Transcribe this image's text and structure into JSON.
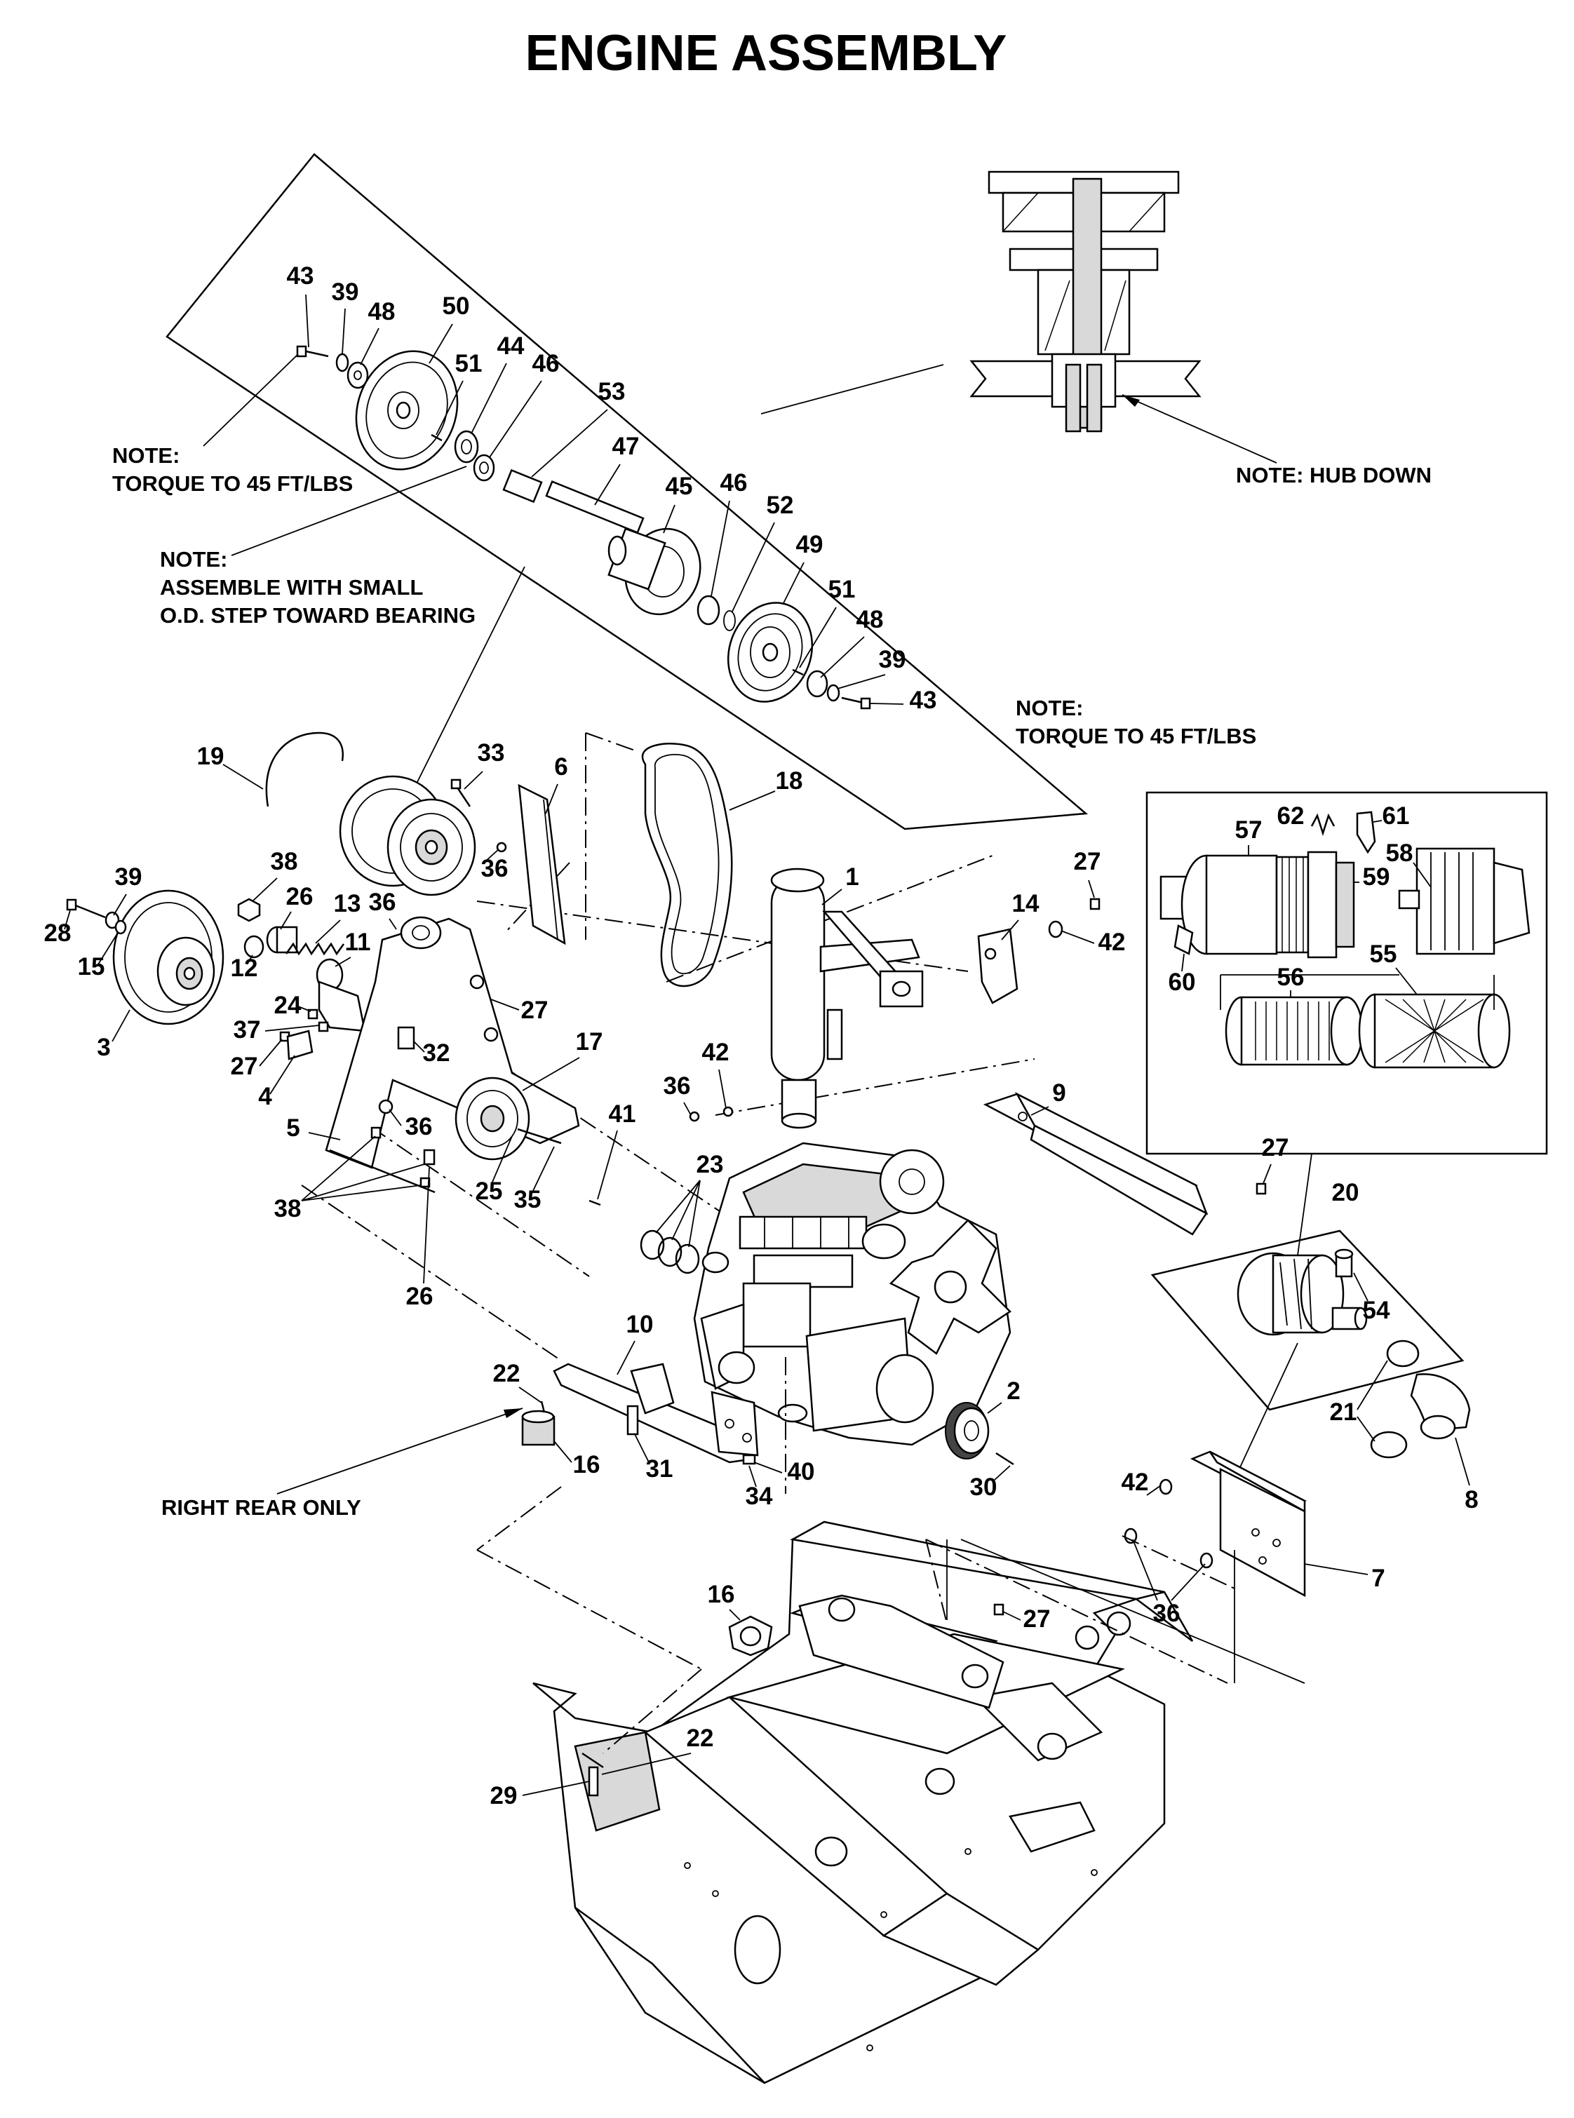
{
  "title": "ENGINE ASSEMBLY",
  "notes": {
    "torque_upper_line1": "NOTE:",
    "torque_upper_line2": "TORQUE TO 45 FT/LBS",
    "assemble_line1": "NOTE:",
    "assemble_line2": "ASSEMBLE WITH SMALL",
    "assemble_line3": "O.D. STEP TOWARD BEARING",
    "torque_lower_line1": "NOTE:",
    "torque_lower_line2": "TORQUE TO 45 FT/LBS",
    "hub_down": "NOTE: HUB DOWN",
    "right_rear_only": "RIGHT REAR ONLY"
  },
  "callouts": {
    "c43a": "43",
    "c39a": "39",
    "c48a": "48",
    "c50": "50",
    "c51a": "51",
    "c44": "44",
    "c46a": "46",
    "c53": "53",
    "c47": "47",
    "c45": "45",
    "c46b": "46",
    "c52": "52",
    "c49": "49",
    "c51b": "51",
    "c48b": "48",
    "c39b": "39",
    "c43b": "43",
    "c19": "19",
    "c33": "33",
    "c6": "6",
    "c18": "18",
    "c36a": "36",
    "c38a": "38",
    "c26a": "26",
    "c13": "13",
    "c36b": "36",
    "c39c": "39",
    "c28": "28",
    "c15": "15",
    "c12": "12",
    "c11": "11",
    "c3": "3",
    "c24": "24",
    "c37": "37",
    "c27a": "27",
    "c27b": "27",
    "c4": "4",
    "c32": "32",
    "c17": "17",
    "c5": "5",
    "c36c": "36",
    "c25": "25",
    "c35": "35",
    "c38b": "38",
    "c26b": "26",
    "c1": "1",
    "c27c": "27",
    "c14": "14",
    "c42a": "42",
    "c36d": "36",
    "c42b": "42",
    "c41": "41",
    "c23": "23",
    "c9": "9",
    "c57": "57",
    "c62": "62",
    "c61": "61",
    "c59": "59",
    "c58": "58",
    "c60": "60",
    "c56": "56",
    "c55": "55",
    "c27d": "27",
    "c20": "20",
    "c54": "54",
    "c10": "10",
    "c22a": "22",
    "c16a": "16",
    "c31": "31",
    "c40": "40",
    "c34": "34",
    "c2": "2",
    "c30": "30",
    "c21": "21",
    "c8": "8",
    "c42c": "42",
    "c7": "7",
    "c36e": "36",
    "c16b": "16",
    "c27e": "27",
    "c22b": "22",
    "c29": "29"
  }
}
